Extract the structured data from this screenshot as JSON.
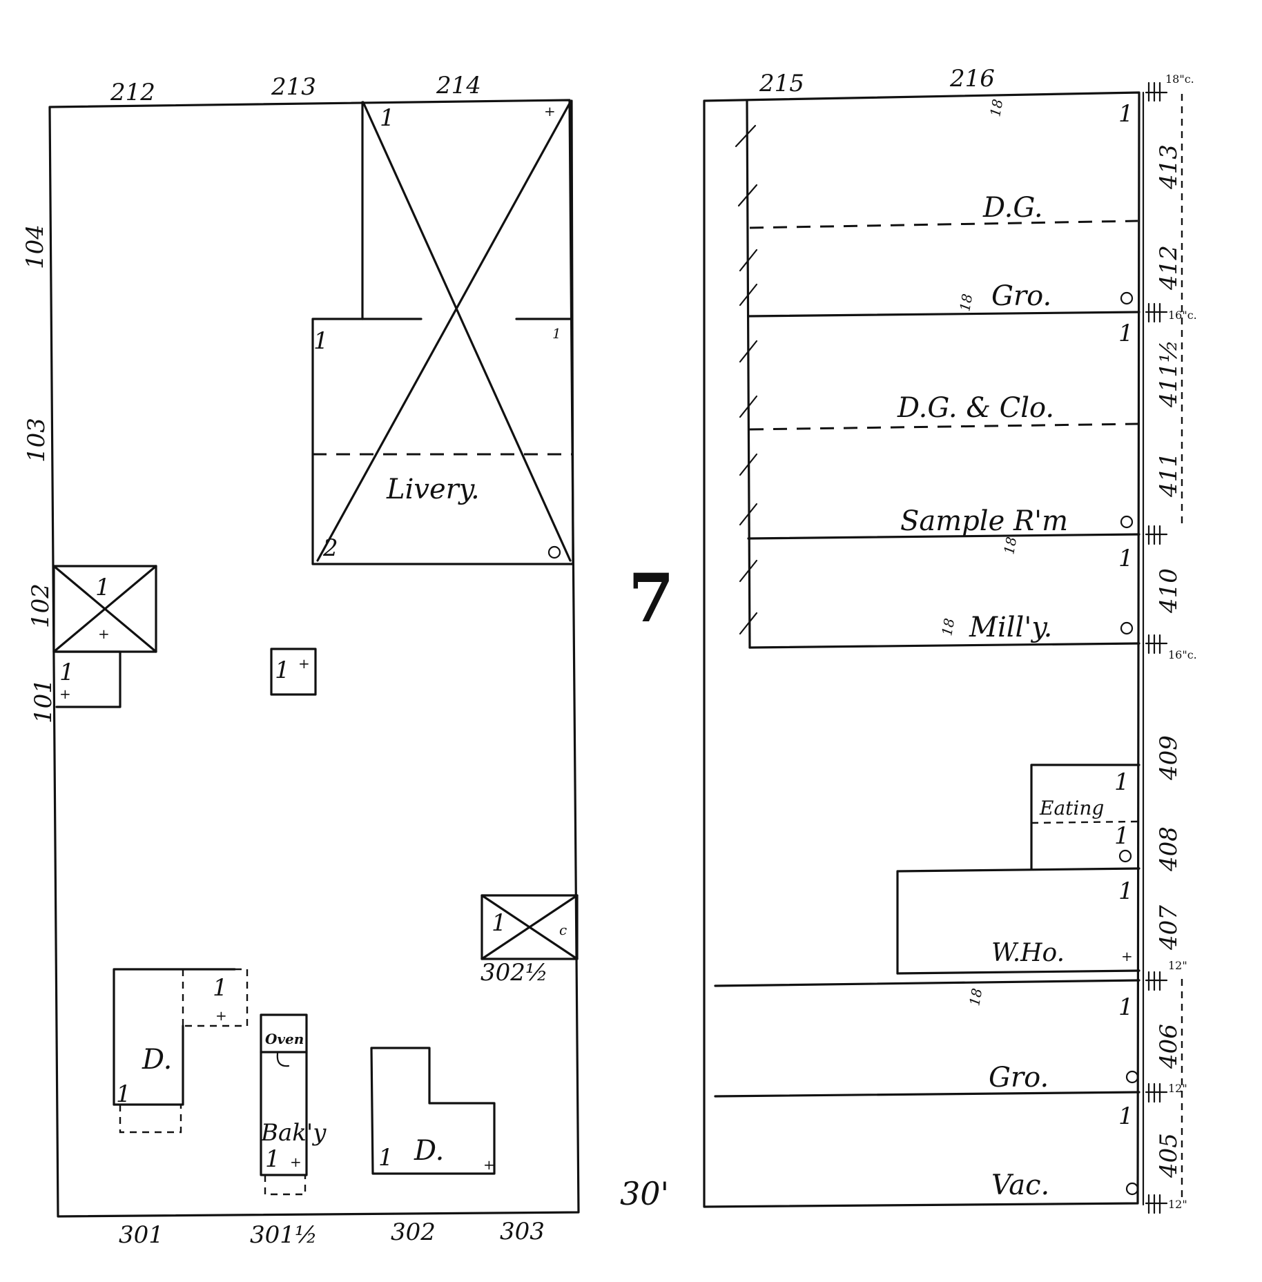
{
  "block_number": "7",
  "street_width": "30'",
  "left_block": {
    "top_lot_numbers": [
      "212",
      "213",
      "214"
    ],
    "bottom_lot_numbers": [
      "301",
      "301½",
      "302",
      "303"
    ],
    "side_lot_numbers": [
      "104",
      "103",
      "102",
      "101"
    ],
    "labels": {
      "livery": "Livery.",
      "dwelling_1": "D.",
      "dwelling_2": "D.",
      "oven": "Oven",
      "bakery": "Bak'y",
      "outbuilding_number": "302½",
      "story": "1",
      "story_2": "2"
    }
  },
  "right_block": {
    "top_lot_numbers": [
      "215",
      "216"
    ],
    "street_numbers": [
      "413",
      "412",
      "411½",
      "411",
      "410",
      "409",
      "408",
      "407",
      "406",
      "405"
    ],
    "store_labels": [
      "D.G.",
      "Gro.",
      "D.G. & Clo.",
      "Sample R'm",
      "Mill'y.",
      "Eating",
      "W.Ho.",
      "Gro.",
      "Vac."
    ],
    "wall_height": "18",
    "height_notes": [
      "18\"c.",
      "16\"c.",
      "16\"c.",
      "12\"",
      "12\"",
      "12\""
    ]
  }
}
